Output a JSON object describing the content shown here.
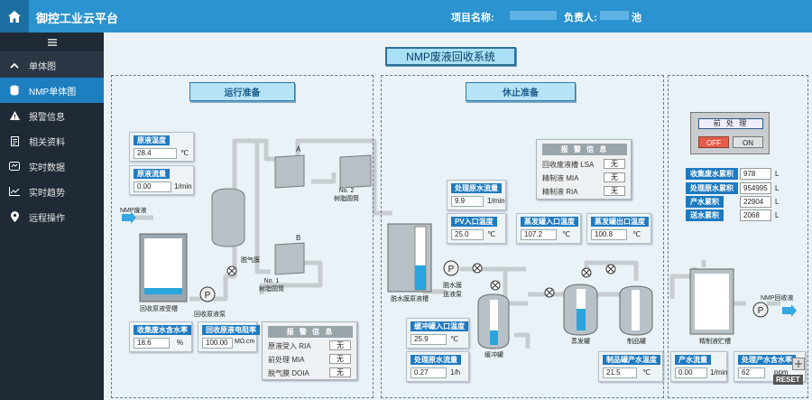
{
  "header": {
    "app_title": "御控工业云平台",
    "project_label": "项目名称:",
    "owner_label": "负责人:",
    "owner_tail": "池"
  },
  "sidebar": {
    "items": [
      {
        "label": "单体图",
        "icon": "chevron-up-icon"
      },
      {
        "label": "NMP单体图",
        "icon": "database-icon"
      },
      {
        "label": "报警信息",
        "icon": "warning-icon"
      },
      {
        "label": "相关资料",
        "icon": "document-icon"
      },
      {
        "label": "实时数据",
        "icon": "data-icon"
      },
      {
        "label": "实时趋势",
        "icon": "chart-icon"
      },
      {
        "label": "远程操作",
        "icon": "location-icon"
      }
    ]
  },
  "system_title": "NMP废液回收系统",
  "sections": {
    "run_prep": "运行准备",
    "stop_prep": "休止准备"
  },
  "left": {
    "raw_temp": {
      "label": "原液温度",
      "value": "28.4",
      "unit": "℃"
    },
    "raw_flow": {
      "label": "原液流量",
      "value": "0.00",
      "unit": "1/min"
    },
    "nmp_waste": "NMP废液",
    "recv_tank": "回收原液受槽",
    "recv_pump": "回收原液泵",
    "degas": "脱气膜",
    "tank_a": "A",
    "tank_b": "B",
    "resin2": "No. 2\n树脂圆筒",
    "resin1": "No. 1\n树脂圆筒",
    "water_content": {
      "label": "收集废水含水率",
      "value": "18.6",
      "unit": "%"
    },
    "resistivity": {
      "label": "回收原液电阻率",
      "value": "100.00",
      "unit": "MΩ.cm"
    },
    "alarm": {
      "title": "报 警 信 息",
      "rows": [
        {
          "label": "原液受入 RIA",
          "value": "无"
        },
        {
          "label": "前处理  MIA",
          "value": "无"
        },
        {
          "label": "脱气膜  DOIA",
          "value": "无"
        }
      ]
    }
  },
  "middle": {
    "treat_flow": {
      "label": "处理原水流量",
      "value": "9.9",
      "unit": "1/min"
    },
    "pv_temp": {
      "label": "PV入口温度",
      "value": "25.0",
      "unit": "℃"
    },
    "evap_in_temp": {
      "label": "蒸发罐入口温度",
      "value": "107.2",
      "unit": "℃"
    },
    "evap_out_temp": {
      "label": "蒸发罐出口温度",
      "value": "100.8",
      "unit": "℃"
    },
    "alarm": {
      "title": "报 警 信 息",
      "rows": [
        {
          "label": "回收废液槽  LSA",
          "value": "无"
        },
        {
          "label": "精制液  MIA",
          "value": "无"
        },
        {
          "label": "精制液  RIA",
          "value": "无"
        }
      ]
    },
    "dewater_tank": "脱水膜原液槽",
    "dewater_pump": "脱水膜\n送液泵",
    "buffer_tank": "缓冲罐",
    "evap_tank": "蒸发罐",
    "product_tank": "制品罐",
    "buf_in_temp": {
      "label": "缓冲罐入口温度",
      "value": "25.9",
      "unit": "℃"
    },
    "treat_flow2": {
      "label": "处理原水流量",
      "value": "0.27",
      "unit": "1/h"
    },
    "product_temp": {
      "label": "制品罐产水温度",
      "value": "21.5",
      "unit": "℃"
    }
  },
  "right": {
    "pre": {
      "title": "前 处 理",
      "off": "OFF",
      "on": "ON"
    },
    "totals": [
      {
        "label": "收集废水累积",
        "value": "978",
        "unit": "L"
      },
      {
        "label": "处理原水累积",
        "value": "954995",
        "unit": "L"
      },
      {
        "label": "产水累积",
        "value": "22904",
        "unit": "L"
      },
      {
        "label": "送水累积",
        "value": "2068",
        "unit": "L"
      }
    ],
    "purified_tank": "精制液贮槽",
    "nmp_recovery": "NMP回收液",
    "prod_flow": {
      "label": "产水流量",
      "value": "0.00",
      "unit": "1/min"
    },
    "prod_water": {
      "label": "处理产水含水率",
      "value": "62",
      "unit": "ppm"
    }
  },
  "reset_label": "RESET"
}
